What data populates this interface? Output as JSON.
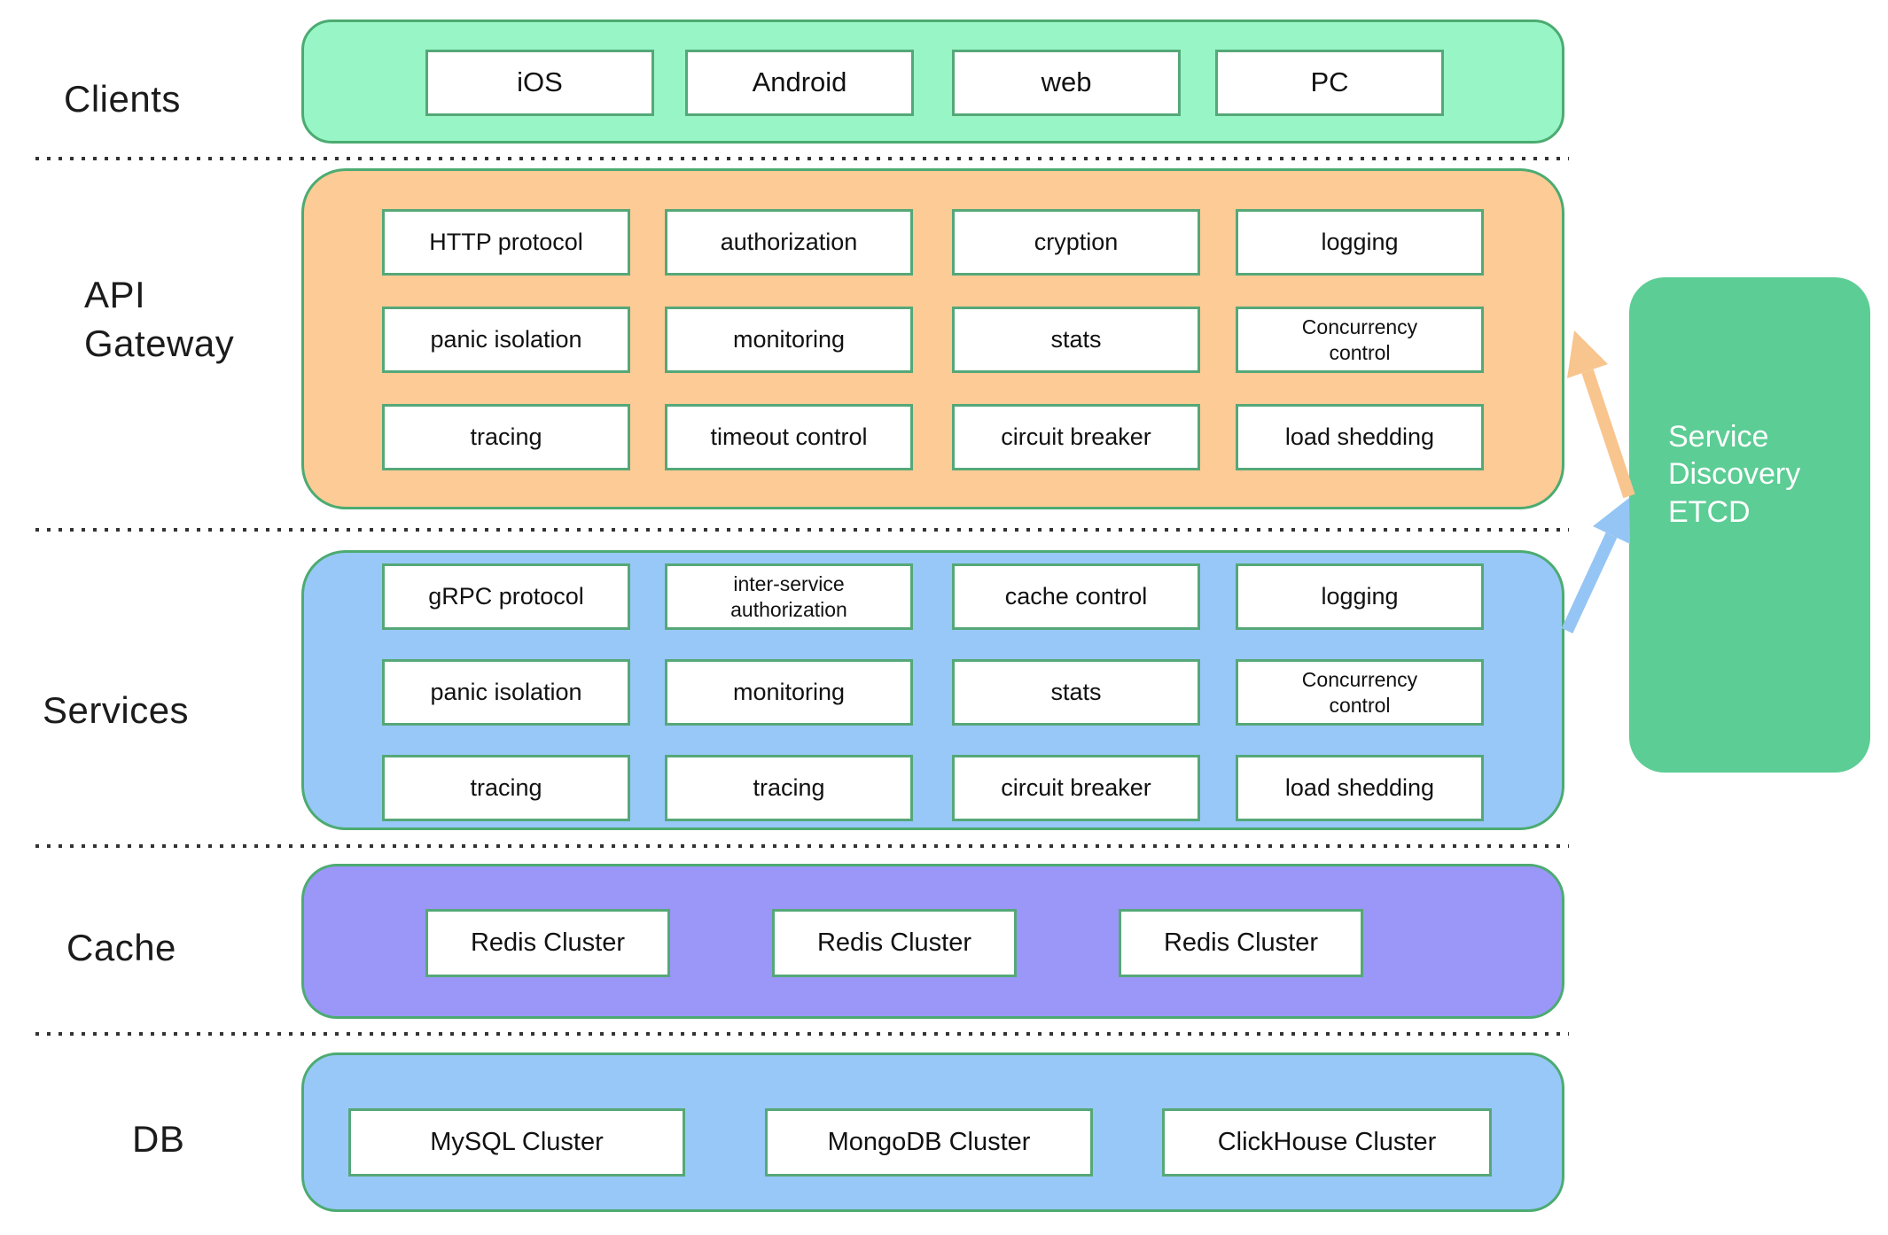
{
  "colors": {
    "clients_fill": "#97F5C6",
    "gateway_fill": "#FDCB96",
    "services_fill": "#98C8F8",
    "cache_fill": "#9A97F8",
    "db_fill": "#98C8F8",
    "discovery_fill": "#5CCD95",
    "container_border": "#4CAB71",
    "box_border": "#55A878",
    "arrow_orange": "#F8C58E",
    "arrow_blue": "#95C5F4",
    "label_text": "#1b1b1b",
    "box_text": "#111111",
    "discovery_text": "#FFFFFF",
    "dotted_line": "#333333"
  },
  "labels": {
    "clients": "Clients",
    "api_gateway": "API\nGateway",
    "services": "Services",
    "cache": "Cache",
    "db": "DB"
  },
  "clients": {
    "boxes": [
      "iOS",
      "Android",
      "web",
      "PC"
    ]
  },
  "api_gateway": {
    "rows": [
      [
        "HTTP protocol",
        "authorization",
        "cryption",
        "logging"
      ],
      [
        "panic isolation",
        "monitoring",
        "stats",
        "Concurrency\ncontrol"
      ],
      [
        "tracing",
        "timeout control",
        "circuit breaker",
        "load shedding"
      ]
    ]
  },
  "services": {
    "rows": [
      [
        "gRPC protocol",
        "inter-service\nauthorization",
        "cache control",
        "logging"
      ],
      [
        "panic isolation",
        "monitoring",
        "stats",
        "Concurrency\ncontrol"
      ],
      [
        "tracing",
        "tracing",
        "circuit breaker",
        "load shedding"
      ]
    ]
  },
  "cache": {
    "boxes": [
      "Redis Cluster",
      "Redis Cluster",
      "Redis Cluster"
    ]
  },
  "db": {
    "boxes": [
      "MySQL Cluster",
      "MongoDB Cluster",
      "ClickHouse Cluster"
    ]
  },
  "discovery": {
    "label": "Service\nDiscovery\nETCD"
  }
}
